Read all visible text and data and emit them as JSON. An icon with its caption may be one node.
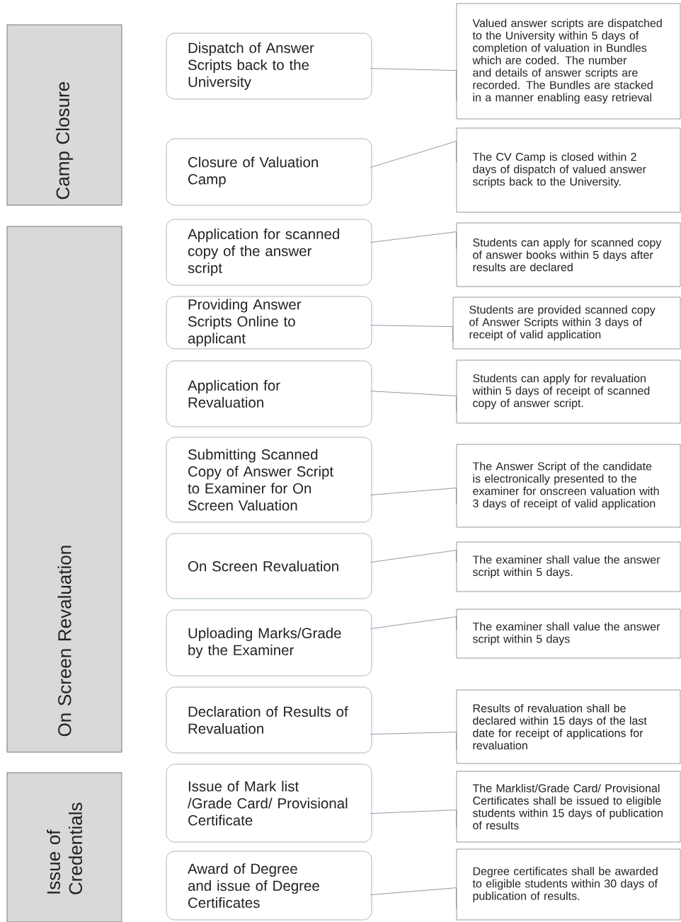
{
  "diagram": {
    "nodes": [
      {
        "text": [
          "Camp Closure"
        ]
      },
      {
        "text": [
          "On Screen Revaluation"
        ]
      },
      {
        "text": [
          "Issue of Credentials"
        ]
      },
      {
        "text": [
          "Dispatch of Answer Scripts back to the University"
        ]
      },
      {
        "text": [
          "Closure of Valuation Camp"
        ]
      },
      {
        "text": [
          "Application for scanned copy of the answer script"
        ]
      },
      {
        "text": [
          "Providing  Answer Scripts Online to applicant"
        ]
      },
      {
        "text": [
          "Application for Revaluation"
        ]
      },
      {
        "text": [
          "Submitting Scanned Copy of Answer Script to Examiner for On Screen Valuation"
        ]
      },
      {
        "text": [
          "On Screen Revaluation"
        ]
      },
      {
        "text": [
          "Uploading Marks/Grade by the Examiner"
        ]
      },
      {
        "text": [
          "Declaration of Results of Revaluation"
        ]
      },
      {
        "text": [
          "Issue of Mark list /Grade Card/ Provisional Certificate"
        ]
      },
      {
        "text": [
          "Award of Degree and issue of Degree Certificates"
        ]
      },
      {
        "text": [
          "Valued answer scripts are dispatched to the University within 5 days of completion of valuation  in Bundles which are coded. The number and details of answer scripts are recorded. The Bundles are stacked in a manner enabling easy retrieval"
        ]
      },
      {
        "text": [
          "The CV Camp is closed within 2 days of dispatch of valued answer scripts back to the University."
        ]
      },
      {
        "text": [
          "Students can apply for scanned copy of answer books within 5 days after results are declared"
        ]
      },
      {
        "text": [
          "Students  are provided scanned copy of Answer Scripts within 3 days of receipt of valid application"
        ]
      },
      {
        "text": [
          "Students can apply for revaluation within 5 days of receipt of scanned copy of answer script."
        ]
      },
      {
        "text": [
          "The Answer Script of the candidate is electronically presented to the examiner for onscreen valuation with 3 days of receipt of valid application"
        ]
      },
      {
        "text": [
          "The examiner shall value the answer script within 5 days."
        ]
      },
      {
        "text": [
          "The examiner shall value the answer script within 5 days"
        ]
      },
      {
        "text": [
          "Results of revaluation shall be declared within 15 days of the last date for receipt of applications for revaluation"
        ]
      },
      {
        "text": [
          "The Marklist/Grade Card/ Provisional Certificates shall be issued to eligible students within 15 days of publication of results"
        ]
      },
      {
        "text": [
          "Degree certificates shall be awarded to eligible students within 30 days of publication of results."
        ]
      }
    ],
    "edges": [
      {
        "from": 14,
        "to": 3,
        "arrow": "none"
      },
      {
        "from": 15,
        "to": 4,
        "arrow": "none"
      },
      {
        "from": 16,
        "to": 5,
        "arrow": "none"
      },
      {
        "from": 17,
        "to": 6,
        "arrow": "none"
      },
      {
        "from": 18,
        "to": 7,
        "arrow": "none"
      },
      {
        "from": 19,
        "to": 8,
        "arrow": "none"
      },
      {
        "from": 20,
        "to": 9,
        "arrow": "none"
      },
      {
        "from": 21,
        "to": 10,
        "arrow": "none"
      },
      {
        "from": 22,
        "to": 11,
        "arrow": "none"
      },
      {
        "from": 23,
        "to": 12,
        "arrow": "none"
      },
      {
        "from": 24,
        "to": 13,
        "arrow": "none"
      }
    ]
  }
}
